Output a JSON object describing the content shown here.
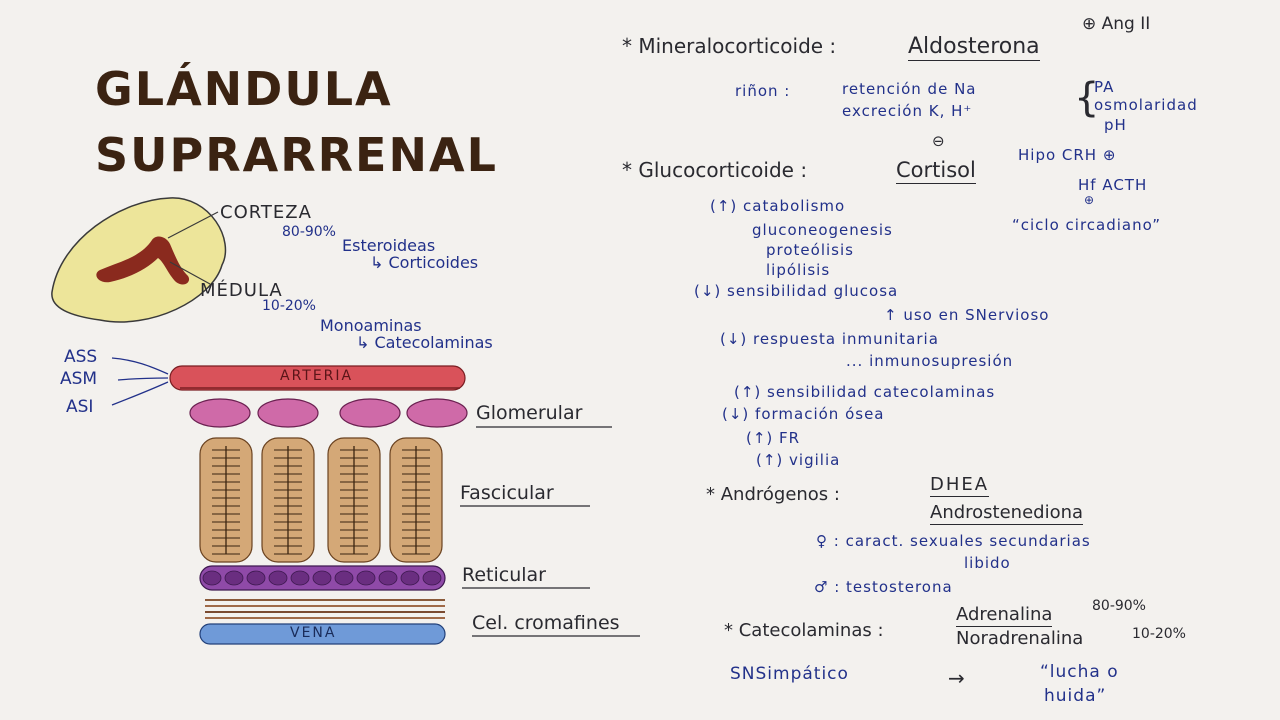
{
  "title": {
    "line1": "GLÁNDULA",
    "line2": "SUPRARRENAL"
  },
  "gland": {
    "corteza": "CORTEZA",
    "corteza_pct": "80-90%",
    "esteroideas": "Esteroideas",
    "corticoides": "↳ Corticoides",
    "medula": "MÉDULA",
    "medula_pct": "10-20%",
    "monoaminas": "Monoaminas",
    "catecolaminas": "↳ Catecolaminas"
  },
  "arteries": {
    "ass": "ASS",
    "asm": "ASM",
    "asi": "ASI"
  },
  "layers": {
    "arteria": "ARTERIA",
    "glomerular": "Glomerular",
    "fascicular": "Fascicular",
    "reticular": "Reticular",
    "cromafines": "Cel. cromafines",
    "vena": "VENA"
  },
  "colors": {
    "gland_fill": "#ede59a",
    "medula": "#8a2a1e",
    "artery": "#d9525a",
    "glomerular": "#cf6aa8",
    "fascicular": "#d4a877",
    "reticular": "#8f4aa8",
    "vein": "#6f9ad8"
  },
  "notes": {
    "mineral": {
      "header": "* Mineralocorticoide :",
      "hormone": "Aldosterona",
      "ang": "⊕ Ang II",
      "rinon": "riñon :",
      "line1": "retención de Na",
      "line2": "excreción K, H⁺",
      "effect1": "PA",
      "effect2": "osmolaridad",
      "effect3": "pH"
    },
    "gluco": {
      "header": "* Glucocorticoide :",
      "hormone": "Cortisol",
      "minus": "⊖",
      "hipo": "Hipo CRH ⊕",
      "hf": "Hf ACTH",
      "hf_plus": "⊕",
      "ciclo": "“ciclo circadiano”",
      "catabolismo": "(↑) catabolismo",
      "gluconeo": "gluconeogenesis",
      "proteolisis": "proteólisis",
      "lipolisis": "lipólisis",
      "sensib": "(↓) sensibilidad glucosa",
      "uso": "↑ uso en SNervioso",
      "resp": "(↓) respuesta inmunitaria",
      "inmuno": "... inmunosupresión",
      "catec": "(↑) sensibilidad catecolaminas",
      "osea": "(↓) formación ósea",
      "fr": "(↑) FR",
      "vigilia": "(↑) vigilia"
    },
    "andro": {
      "header": "* Andrógenos :",
      "dhea": "DHEA",
      "andro": "Androstenediona",
      "fem": "♀ : caract. sexuales secundarias",
      "libido": "libido",
      "male": "♂ : testosterona"
    },
    "catecol": {
      "header": "* Catecolaminas :",
      "adren": "Adrenalina",
      "adren_pct": "80-90%",
      "noradren": "Noradrenalina",
      "noradren_pct": "10-20%",
      "sns": "SNSimpático",
      "lucha": "“lucha o",
      "huida": "huida”"
    }
  }
}
